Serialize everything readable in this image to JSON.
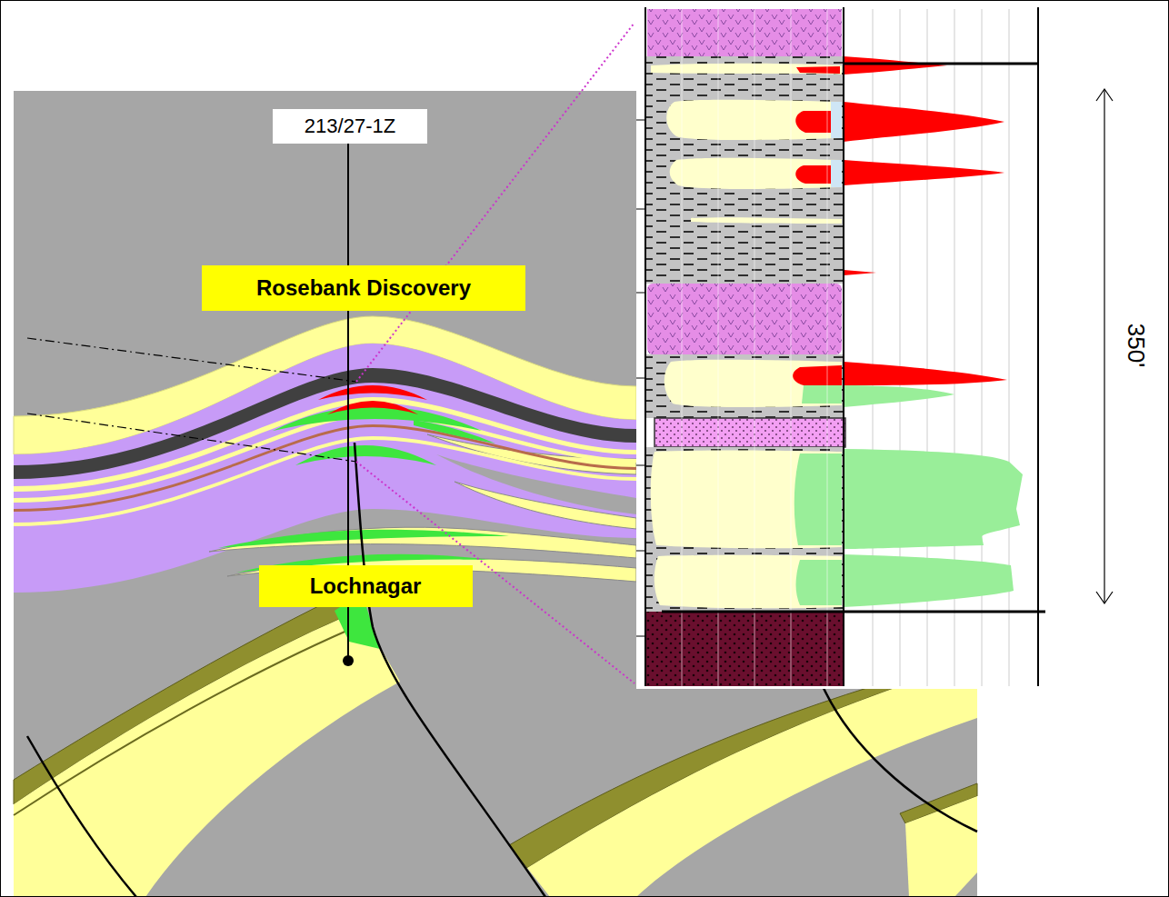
{
  "diagram": {
    "nodes": [
      {
        "text": [
          "213/27-1Z"
        ]
      },
      {
        "text": [
          "Rosebank Discovery"
        ]
      },
      {
        "text": [
          "Lochnagar"
        ]
      }
    ],
    "labels": [
      "350'"
    ]
  }
}
